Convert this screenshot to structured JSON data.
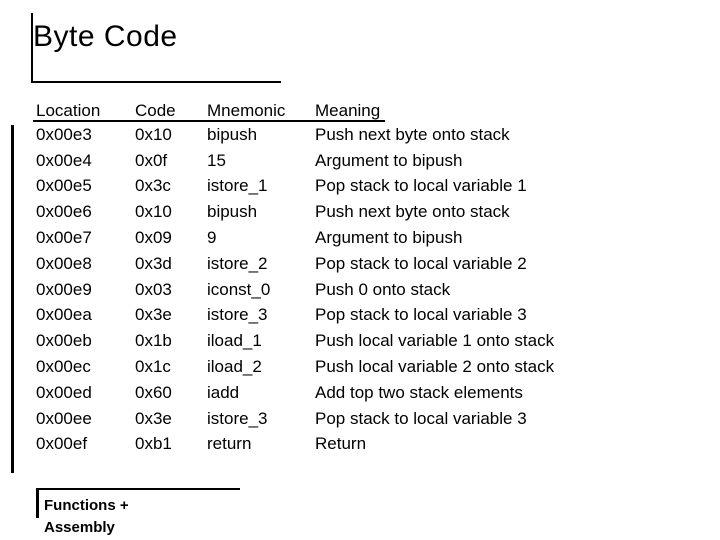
{
  "slide": {
    "title": "Byte Code",
    "table": {
      "headers": {
        "location": "Location",
        "code": "Code",
        "mnemonic": "Mnemonic",
        "meaning": "Meaning"
      },
      "rows": [
        {
          "location": "0x00e3",
          "code": "0x10",
          "mnemonic": "bipush",
          "meaning": "Push next byte onto stack"
        },
        {
          "location": "0x00e4",
          "code": "0x0f",
          "mnemonic": "15",
          "meaning": "Argument to bipush"
        },
        {
          "location": "0x00e5",
          "code": "0x3c",
          "mnemonic": "istore_1",
          "meaning": "Pop stack to local variable 1"
        },
        {
          "location": "0x00e6",
          "code": "0x10",
          "mnemonic": "bipush",
          "meaning": "Push next byte onto stack"
        },
        {
          "location": "0x00e7",
          "code": "0x09",
          "mnemonic": "9",
          "meaning": "Argument to bipush"
        },
        {
          "location": "0x00e8",
          "code": "0x3d",
          "mnemonic": "istore_2",
          "meaning": "Pop stack to local variable 2"
        },
        {
          "location": "0x00e9",
          "code": "0x03",
          "mnemonic": "iconst_0",
          "meaning": "Push 0 onto stack"
        },
        {
          "location": "0x00ea",
          "code": "0x3e",
          "mnemonic": "istore_3",
          "meaning": "Pop stack to local variable 3"
        },
        {
          "location": "0x00eb",
          "code": "0x1b",
          "mnemonic": "iload_1",
          "meaning": "Push local variable 1 onto stack"
        },
        {
          "location": "0x00ec",
          "code": "0x1c",
          "mnemonic": "iload_2",
          "meaning": "Push local variable 2 onto stack"
        },
        {
          "location": "0x00ed",
          "code": "0x60",
          "mnemonic": "iadd",
          "meaning": "Add top two stack elements"
        },
        {
          "location": "0x00ee",
          "code": "0x3e",
          "mnemonic": "istore_3",
          "meaning": "Pop stack to local variable 3"
        },
        {
          "location": "0x00ef",
          "code": "0xb1",
          "mnemonic": "return",
          "meaning": "Return"
        }
      ]
    },
    "footer": {
      "line1": "Functions +",
      "line2": "Assembly"
    },
    "colors": {
      "background": "#ffffff",
      "text": "#000000",
      "rule": "#000000"
    }
  }
}
